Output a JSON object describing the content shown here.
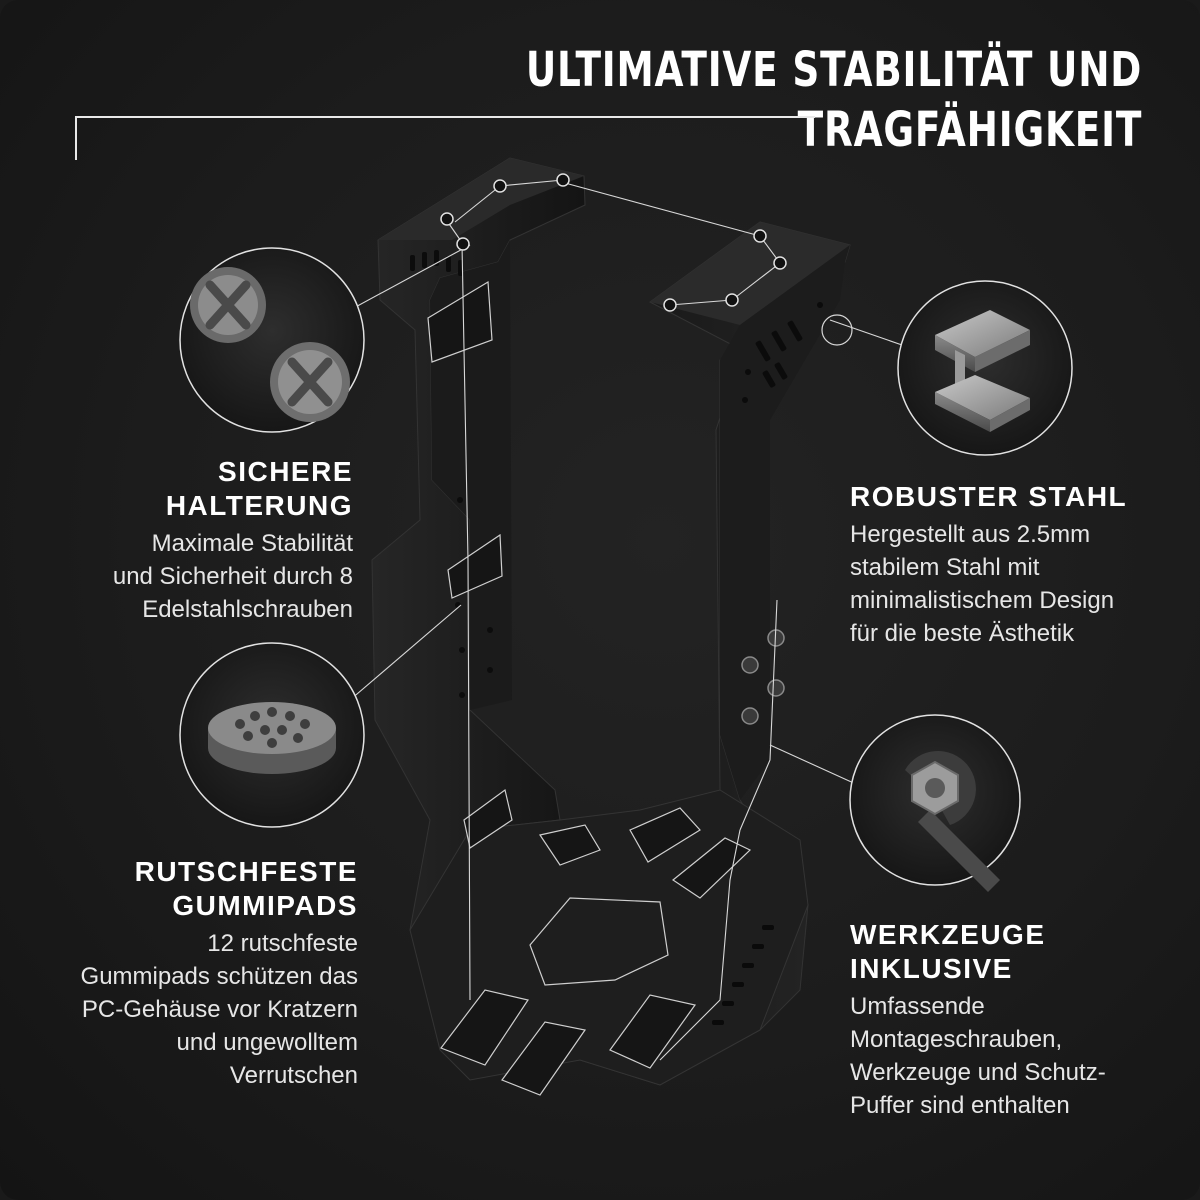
{
  "title": {
    "line1": "ULTIMATIVE STABILITÄT UND",
    "line2": "TRAGFÄHIGKEIT"
  },
  "features": {
    "halterung": {
      "heading_line1": "SICHERE",
      "heading_line2": "HALTERUNG",
      "text_line1": "Maximale Stabilität",
      "text_line2": "und Sicherheit durch 8",
      "text_line3": "Edelstahlschrauben",
      "icon": "screw-heads-icon"
    },
    "gummi": {
      "heading_line1": "RUTSCHFESTE",
      "heading_line2": "GUMMIPADS",
      "text_line1": "12 rutschfeste",
      "text_line2": "Gummipads schützen das",
      "text_line3": "PC-Gehäuse vor Kratzern",
      "text_line4": "und ungewolltem",
      "text_line5": "Verrutschen",
      "icon": "rubber-pad-icon"
    },
    "stahl": {
      "heading_line1": "ROBUSTER STAHL",
      "text_line1": "Hergestellt aus 2.5mm",
      "text_line2": "stabilem Stahl mit",
      "text_line3": "minimalistischem Design",
      "text_line4": "für die beste Ästhetik",
      "icon": "steel-beam-icon"
    },
    "werkzeug": {
      "heading_line1": "WERKZEUGE",
      "heading_line2": "INKLUSIVE",
      "text_line1": "Umfassende",
      "text_line2": "Montageschrauben,",
      "text_line3": "Werkzeuge und Schutz-",
      "text_line4": "Puffer sind enthalten",
      "icon": "wrench-nut-icon"
    }
  },
  "colors": {
    "background": "#1a1a1a",
    "text": "#ffffff",
    "bracket": "#202020",
    "outline": "#bdbdbd"
  }
}
